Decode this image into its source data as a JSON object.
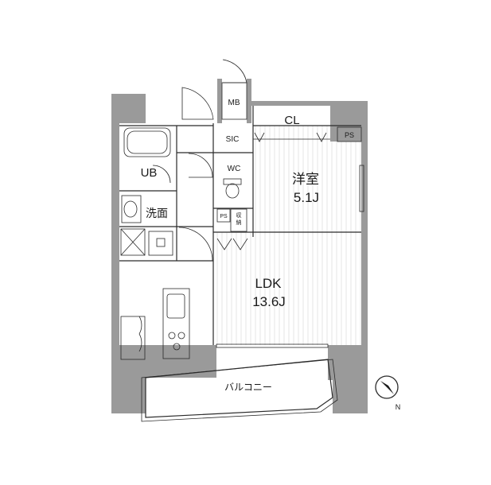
{
  "rooms": {
    "western_room": {
      "name": "洋室",
      "size": "5.1J"
    },
    "ldk": {
      "name": "LDK",
      "size": "13.6J"
    },
    "balcony": {
      "name": "バルコニー"
    },
    "bath": {
      "name": "UB"
    },
    "washroom": {
      "name": "洗面"
    }
  },
  "storage": {
    "meter_box": "MB",
    "closet": "CL",
    "sic": "SIC",
    "wc": "WC",
    "ps_top": "PS",
    "ps_small": "PS",
    "shuno": "収納"
  },
  "compass": {
    "letter": "N"
  },
  "colors": {
    "wall": "#9a9a9a",
    "line": "#2a2a2a",
    "floor_stripe": "#e6e6e6"
  }
}
